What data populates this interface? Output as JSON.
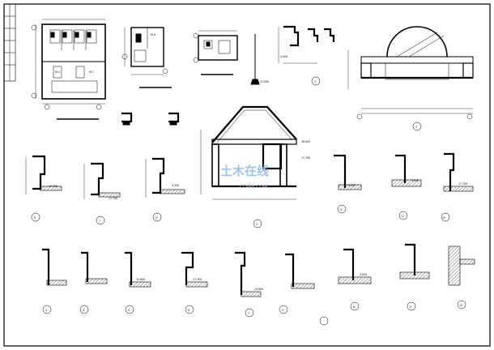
{
  "watermark": {
    "brand": "土木在线",
    "url": "COI88.COM"
  },
  "plan": {
    "wc_labels": [
      "M-4",
      "M-7"
    ]
  },
  "small_detail": {
    "label": "M-4"
  },
  "section_marks": {
    "row1": [
      "1",
      "3"
    ],
    "row2": [
      "6",
      "7",
      "11",
      "2",
      "9",
      "11",
      "10"
    ],
    "row3": [
      "4",
      "4",
      "5",
      "6",
      "7",
      "5",
      "8",
      "9",
      "12"
    ]
  },
  "level_texts": {
    "a": "4.500",
    "b": "17.700",
    "c": "15.600",
    "d": "21.000",
    "e": "18.000"
  }
}
